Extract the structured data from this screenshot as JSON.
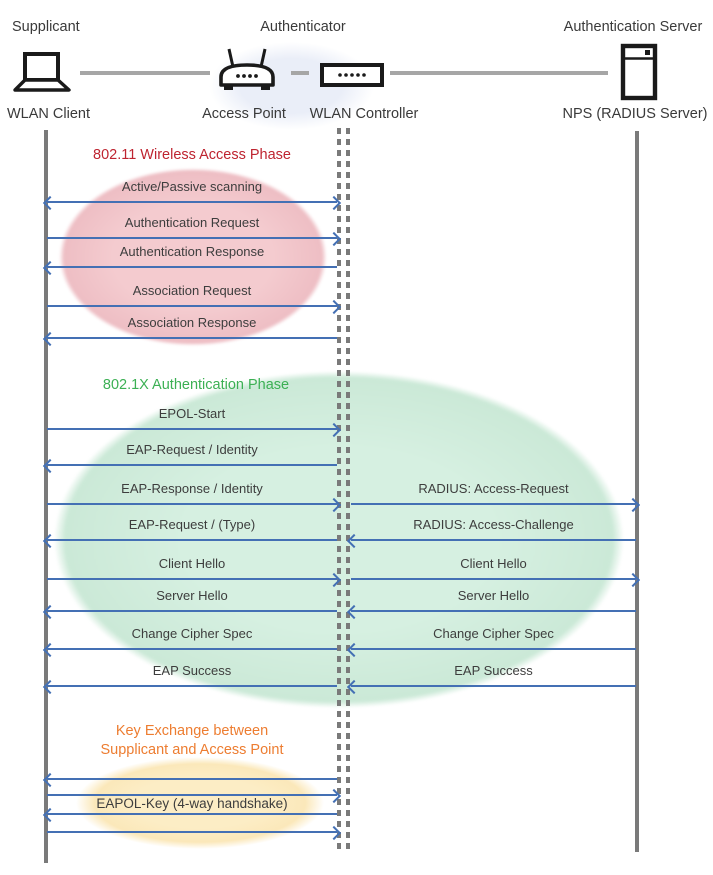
{
  "actors": {
    "supplicant": {
      "role": "Supplicant",
      "device": "WLAN Client",
      "icon": "laptop-icon"
    },
    "authenticator": {
      "role": "Authenticator",
      "access_point": "Access Point",
      "wlan_controller": "WLAN Controller",
      "icons": [
        "access-point-icon",
        "wlan-controller-icon"
      ]
    },
    "authentication_server": {
      "role": "Authentication Server",
      "device": "NPS (RADIUS Server)",
      "icon": "server-icon"
    }
  },
  "colors": {
    "arrow_blue": "#4470B4",
    "lifeline_gray": "#7A7A7A",
    "phase1_title": "#BE2430",
    "phase1_ellipse": "#F2C7CB",
    "phase2_title": "#3CB054",
    "phase2_ellipse": "#D2EDDC",
    "phase3_title": "#ED7D31",
    "phase3_ellipse": "#FBEBBE",
    "authenticator_ellipse": "#EAEEF8"
  },
  "phases": [
    {
      "title": "802.11 Wireless Access Phase",
      "messages": [
        {
          "label": "Active/Passive scanning",
          "direction": "both"
        },
        {
          "label": "Authentication Request",
          "direction": "right"
        },
        {
          "label": "Authentication Response",
          "direction": "left"
        },
        {
          "label": "Association Request",
          "direction": "right"
        },
        {
          "label": "Association Response",
          "direction": "left"
        }
      ]
    },
    {
      "title": "802.1X Authentication Phase",
      "left_messages": [
        {
          "label": "EPOL-Start",
          "direction": "right"
        },
        {
          "label": "EAP-Request / Identity",
          "direction": "left"
        },
        {
          "label": "EAP-Response / Identity",
          "direction": "right"
        },
        {
          "label": "EAP-Request / (Type)",
          "direction": "left"
        },
        {
          "label": "Client Hello",
          "direction": "right"
        },
        {
          "label": "Server Hello",
          "direction": "left"
        },
        {
          "label": "Change Cipher Spec",
          "direction": "left"
        },
        {
          "label": "EAP Success",
          "direction": "left"
        }
      ],
      "right_messages": [
        {
          "label": "RADIUS: Access-Request",
          "direction": "right"
        },
        {
          "label": "RADIUS: Access-Challenge",
          "direction": "left"
        },
        {
          "label": "Client Hello",
          "direction": "right"
        },
        {
          "label": "Server Hello",
          "direction": "left"
        },
        {
          "label": "Change Cipher Spec",
          "direction": "left"
        },
        {
          "label": "EAP Success",
          "direction": "left"
        }
      ]
    },
    {
      "title_line1": "Key Exchange between",
      "title_line2": "Supplicant and Access Point",
      "handshake_label": "EAPOL-Key (4-way handshake)",
      "arrow_directions": [
        "left",
        "right",
        "left",
        "right"
      ]
    }
  ]
}
